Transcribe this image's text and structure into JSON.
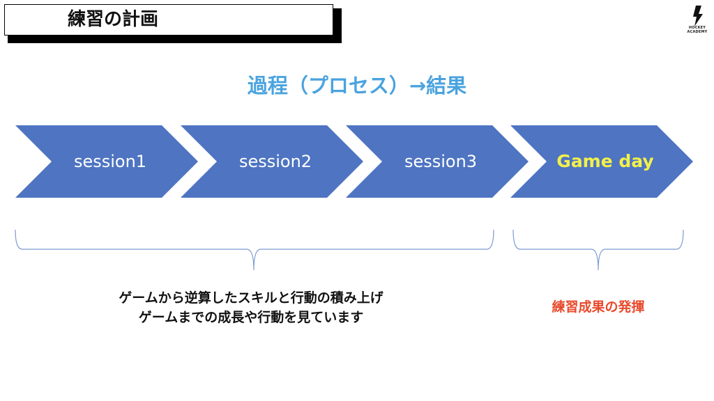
{
  "header": {
    "title": "練習の計画"
  },
  "logo": {
    "text": "HOCKEY ACADEMY"
  },
  "subtitle": "過程（プロセス）→結果",
  "steps": [
    {
      "label": "session1",
      "highlight": false
    },
    {
      "label": "session2",
      "highlight": false
    },
    {
      "label": "session3",
      "highlight": false
    },
    {
      "label": "Game day",
      "highlight": true
    }
  ],
  "colors": {
    "arrow_fill": "#4e74c2",
    "highlight_text": "#f2f04a",
    "subtitle": "#4aa3de",
    "result": "#e84a2c",
    "brace": "#7b9ad0"
  },
  "captions": {
    "process_line1": "ゲームから逆算したスキルと行動の積み上げ",
    "process_line2": "ゲームまでの成長や行動を見ています",
    "result": "練習成果の発揮"
  }
}
